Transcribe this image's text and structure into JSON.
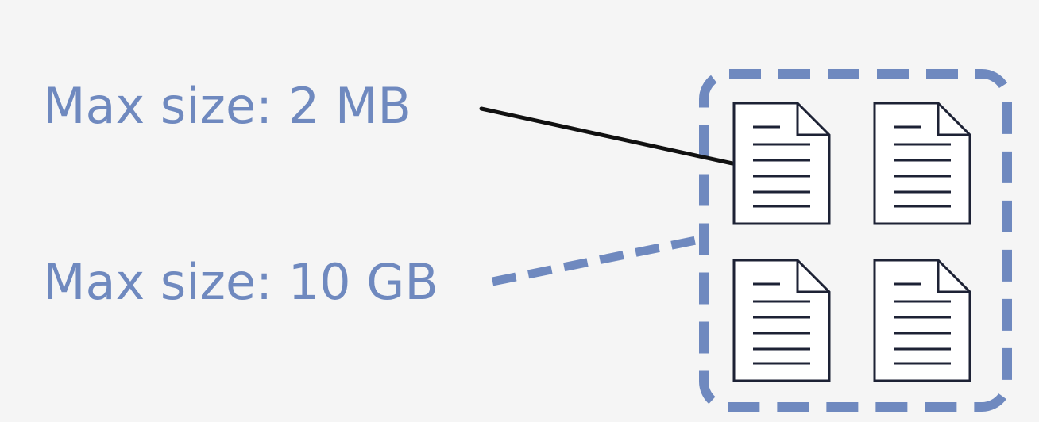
{
  "labels": {
    "file_max": "Max size: 2 MB",
    "container_max": "Max size: 10 GB"
  },
  "container": {
    "file_count": 4,
    "file_icon": "document-icon"
  },
  "colors": {
    "accent": "#6f89bf",
    "connector_solid": "#111111",
    "icon_stroke": "#1d2235",
    "background": "#f5f5f5"
  }
}
